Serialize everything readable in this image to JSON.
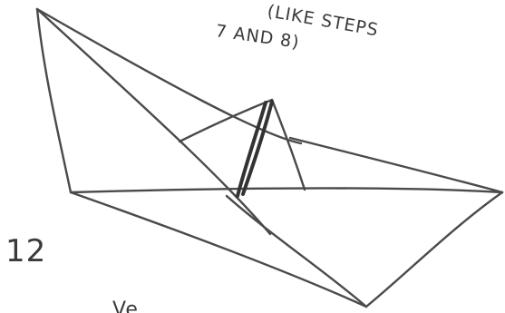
{
  "note": {
    "line1": "(LIKE STEPS",
    "line2": "7 AND 8)"
  },
  "step_number": "12",
  "partial_text": "Ve",
  "ink_color": "#4a4a4a"
}
